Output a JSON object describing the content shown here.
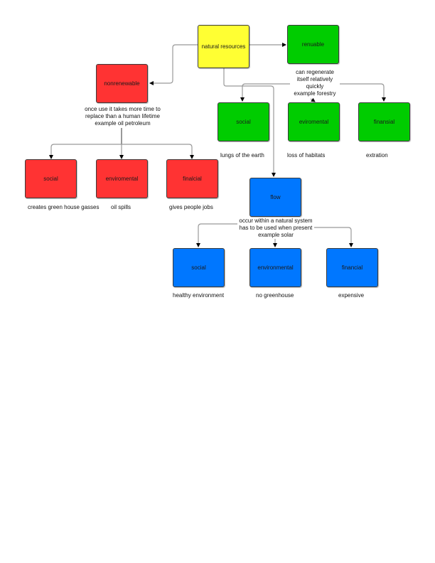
{
  "colors": {
    "root": "#ffff33",
    "renewable": "#00cc00",
    "nonrenewable": "#ff3333",
    "flow": "#0077ff",
    "connector": "#999999",
    "arrow": "#000000"
  },
  "root": {
    "label": "natural resources"
  },
  "renewable": {
    "label": "renuable",
    "description": [
      "can regenerate",
      "itself relatively",
      "quickly",
      "example forestry"
    ],
    "children": [
      {
        "label": "social",
        "note": "lungs of the earth"
      },
      {
        "label": "eviromental",
        "note": "loss of habitats"
      },
      {
        "label": "finansial",
        "note": "extration"
      }
    ]
  },
  "nonrenewable": {
    "label": "nonrenewable",
    "description": [
      "once use it takes more time to",
      "replace than a human lifetime",
      "example oil petroleum"
    ],
    "children": [
      {
        "label": "social",
        "note": "creates green house gasses"
      },
      {
        "label": "enviromental",
        "note": "oil spills"
      },
      {
        "label": "finalcial",
        "note": "gives people jobs"
      }
    ]
  },
  "flow": {
    "label": "flow",
    "description": [
      "occur within a natural system",
      "has to be used when present",
      "example solar"
    ],
    "children": [
      {
        "label": "social",
        "note": "healthy environment"
      },
      {
        "label": "environmental",
        "note": "no greenhouse"
      },
      {
        "label": "financial",
        "note": "expensive"
      }
    ]
  }
}
